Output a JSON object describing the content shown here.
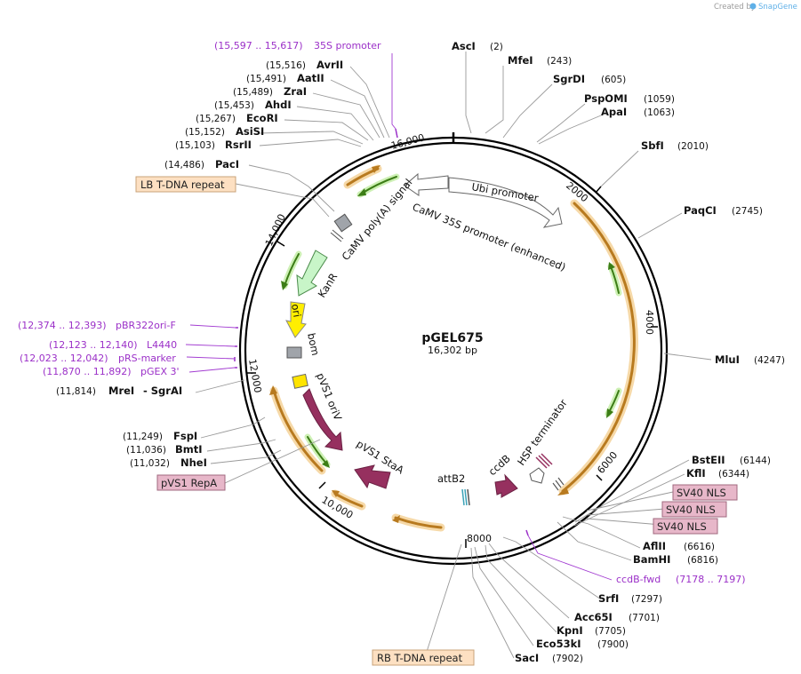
{
  "watermark": {
    "text": "Created by",
    "brand": "SnapGene"
  },
  "plasmid": {
    "name": "pGEL675",
    "size_label": "16,302 bp"
  },
  "ticks": [
    "16,000",
    "2000",
    "4000",
    "6000",
    "8000",
    "10,000",
    "12,000",
    "14,000"
  ],
  "enzymes": [
    {
      "name": "AscI",
      "pos": "(2)"
    },
    {
      "name": "MfeI",
      "pos": "(243)"
    },
    {
      "name": "SgrDI",
      "pos": "(605)"
    },
    {
      "name": "PspOMI",
      "pos": "(1059)"
    },
    {
      "name": "ApaI",
      "pos": "(1063)"
    },
    {
      "name": "SbfI",
      "pos": "(2010)"
    },
    {
      "name": "PaqCI",
      "pos": "(2745)"
    },
    {
      "name": "MluI",
      "pos": "(4247)"
    },
    {
      "name": "BstEII",
      "pos": "(6144)"
    },
    {
      "name": "KflI",
      "pos": "(6344)"
    },
    {
      "name": "AflII",
      "pos": "(6616)"
    },
    {
      "name": "BamHI",
      "pos": "(6816)"
    },
    {
      "name": "SrfI",
      "pos": "(7297)"
    },
    {
      "name": "Acc65I",
      "pos": "(7701)"
    },
    {
      "name": "KpnI",
      "pos": "(7705)"
    },
    {
      "name": "Eco53kI",
      "pos": "(7900)"
    },
    {
      "name": "SacI",
      "pos": "(7902)"
    },
    {
      "name": "NheI",
      "pos": "(11,032)"
    },
    {
      "name": "BmtI",
      "pos": "(11,036)"
    },
    {
      "name": "FspI",
      "pos": "(11,249)"
    },
    {
      "name": "MreI",
      "pos": "(11,814)",
      "extra": "- SgrAI"
    },
    {
      "name": "PacI",
      "pos": "(14,486)"
    },
    {
      "name": "RsrII",
      "pos": "(15,103)"
    },
    {
      "name": "AsiSI",
      "pos": "(15,152)"
    },
    {
      "name": "EcoRI",
      "pos": "(15,267)"
    },
    {
      "name": "AhdI",
      "pos": "(15,453)"
    },
    {
      "name": "ZraI",
      "pos": "(15,489)"
    },
    {
      "name": "AatII",
      "pos": "(15,491)"
    },
    {
      "name": "AvrII",
      "pos": "(15,516)"
    }
  ],
  "primers": [
    {
      "name": "35S promoter",
      "range": "(15,597 .. 15,617)"
    },
    {
      "name": "pBR322ori-F",
      "range": "(12,374 .. 12,393)"
    },
    {
      "name": "L4440",
      "range": "(12,123 .. 12,140)"
    },
    {
      "name": "pRS-marker",
      "range": "(12,023 .. 12,042)"
    },
    {
      "name": "pGEX 3'",
      "range": "(11,870 .. 11,892)"
    },
    {
      "name": "ccdB-fwd",
      "range": "(7178 .. 7197)"
    }
  ],
  "boxed_features": [
    {
      "name": "LB T-DNA repeat",
      "color": "#fde0c2"
    },
    {
      "name": "pVS1 RepA",
      "color": "#e7b7c9"
    },
    {
      "name": "RB T-DNA repeat",
      "color": "#fde0c2"
    },
    {
      "name": "SV40 NLS",
      "color": "#e7b7c9"
    },
    {
      "name": "SV40 NLS",
      "color": "#e7b7c9"
    },
    {
      "name": "SV40 NLS",
      "color": "#e7b7c9"
    }
  ],
  "features": [
    {
      "name": "Ubi promoter"
    },
    {
      "name": "CaMV 35S promoter (enhanced)"
    },
    {
      "name": "CaMV poly(A) signal"
    },
    {
      "name": "KanR"
    },
    {
      "name": "ori"
    },
    {
      "name": "bom"
    },
    {
      "name": "pVS1 oriV"
    },
    {
      "name": "pVS1 StaA"
    },
    {
      "name": "HSP terminator"
    },
    {
      "name": "ccdB"
    },
    {
      "name": "attB2"
    }
  ],
  "colors": {
    "primer": "#9b30c8",
    "orange_feature": "#e8a33b",
    "green_arrow": "#5aa623",
    "maroon_feature": "#96305f",
    "ori_yellow": "#ffee00",
    "kanr_green": "#c8f5c8"
  }
}
